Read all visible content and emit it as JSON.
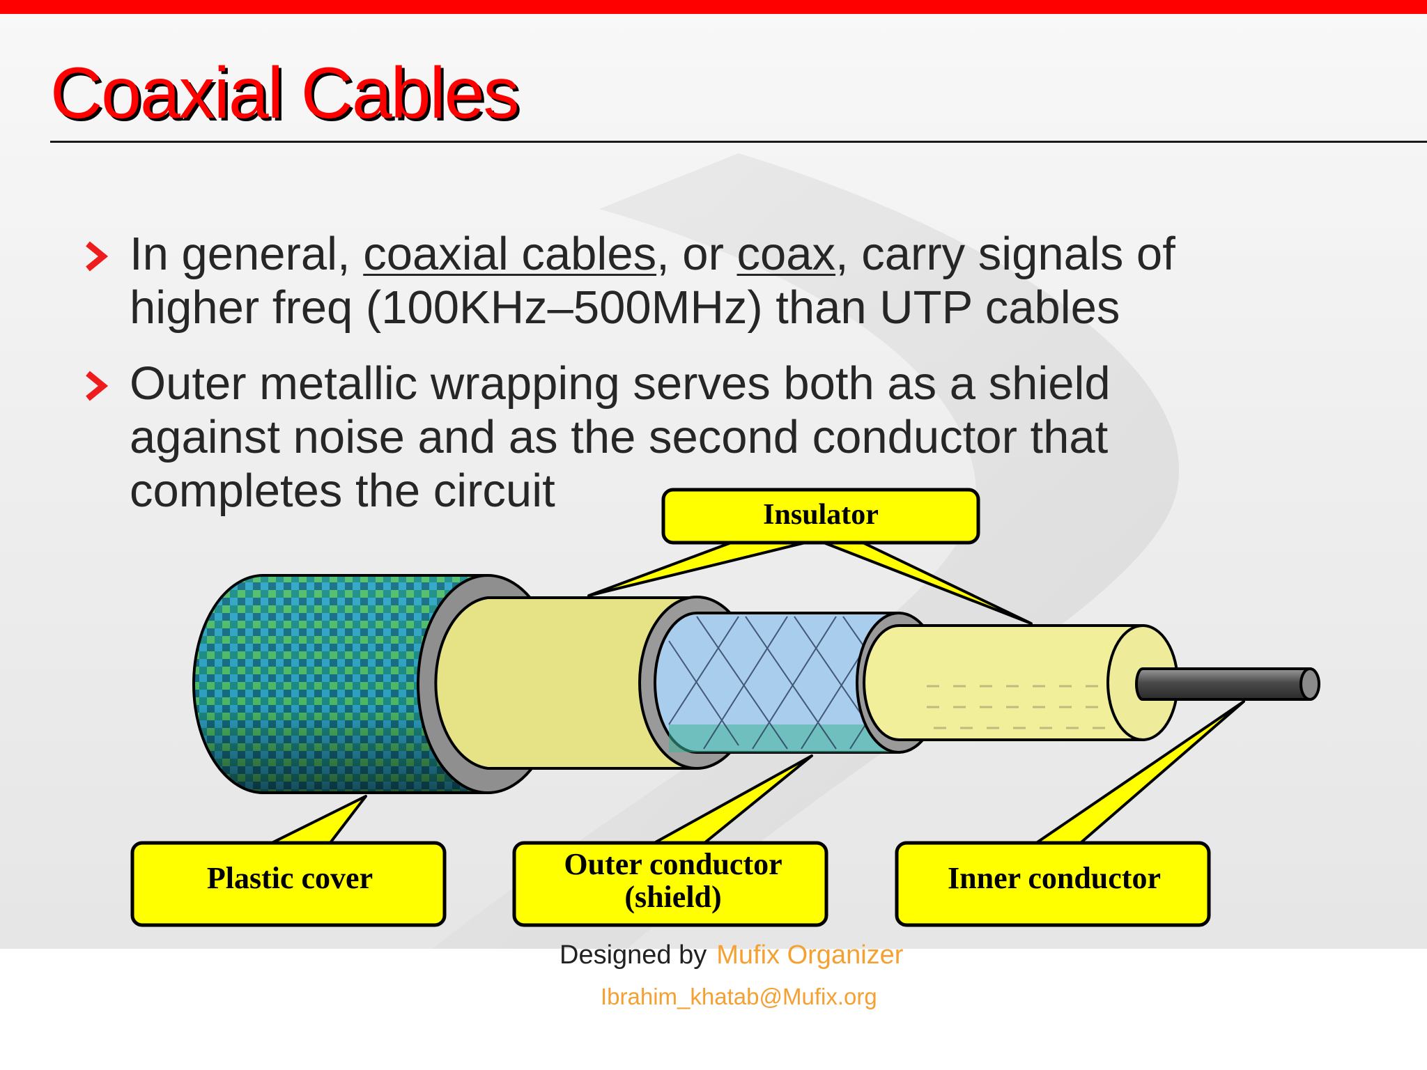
{
  "slide": {
    "title": "Coaxial Cables",
    "bullets": [
      {
        "text_parts": [
          "In general, ",
          "coaxial cables",
          ", or ",
          "coax",
          ", carry signals of",
          "higher freq (100KHz–500MHz) than UTP cables"
        ]
      },
      {
        "lines": [
          "Outer metallic wrapping serves both as a shield",
          "against noise and as the second conductor that",
          "completes the circuit"
        ]
      }
    ]
  },
  "diagram": {
    "labels": {
      "insulator": "Insulator",
      "plastic_cover": "Plastic cover",
      "outer_conductor_line1": "Outer conductor",
      "outer_conductor_line2": "(shield)",
      "inner_conductor": "Inner conductor"
    },
    "colors": {
      "callout_fill": "#ffff00",
      "insulator_fill": "#e6e487",
      "plastic_cover": "#1f8c9a",
      "shield": "#a9cdec",
      "inner_conductor": "#555555",
      "accent": "#ff0000"
    }
  },
  "footer": {
    "designed_by": "Designed by",
    "organizer": "Mufix Organizer",
    "email": "Ibrahim_khatab@Mufix.org"
  }
}
